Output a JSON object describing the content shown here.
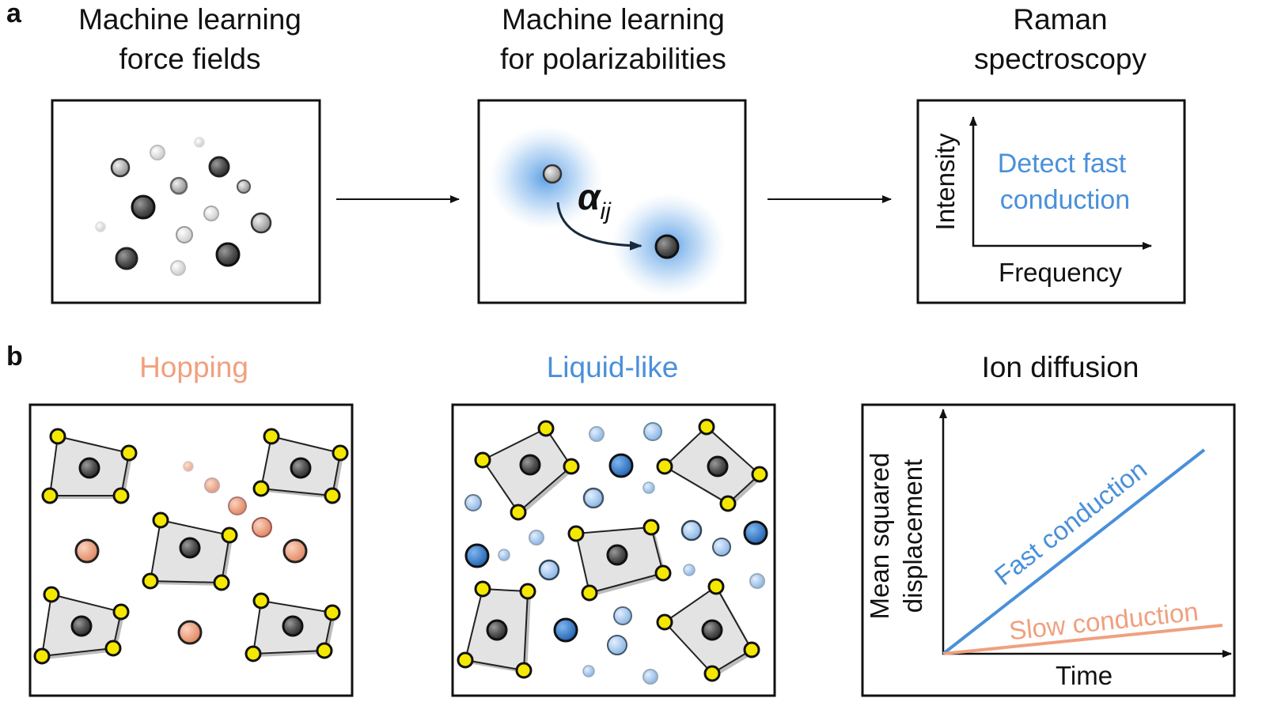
{
  "panel_a": {
    "letter": "a",
    "titles": {
      "force_fields": [
        "Machine learning",
        "force fields"
      ],
      "polarizabilities": [
        "Machine learning",
        "for polarizabilities"
      ],
      "raman": [
        "Raman",
        "spectroscopy"
      ]
    },
    "alpha_label": "α",
    "alpha_subscript": "ij",
    "raman_plot": {
      "ylabel": "Intensity",
      "xlabel": "Frequency",
      "annotation": [
        "Detect fast",
        "conduction"
      ],
      "annotation_color": "#4a90d9"
    }
  },
  "panel_b": {
    "letter": "b",
    "titles": {
      "hopping": "Hopping",
      "liquid_like": "Liquid-like",
      "ion_diffusion": "Ion diffusion"
    },
    "colors": {
      "hopping": "#f0a07e",
      "liquid_like": "#4a90d9",
      "fast": "#4a90d9",
      "slow": "#f0a07e",
      "vertex": "#f5e800"
    },
    "diffusion_plot": {
      "ylabel": [
        "Mean squared",
        "displacement"
      ],
      "xlabel": "Time",
      "fast_label": "Fast conduction",
      "slow_label": "Slow conduction"
    }
  }
}
